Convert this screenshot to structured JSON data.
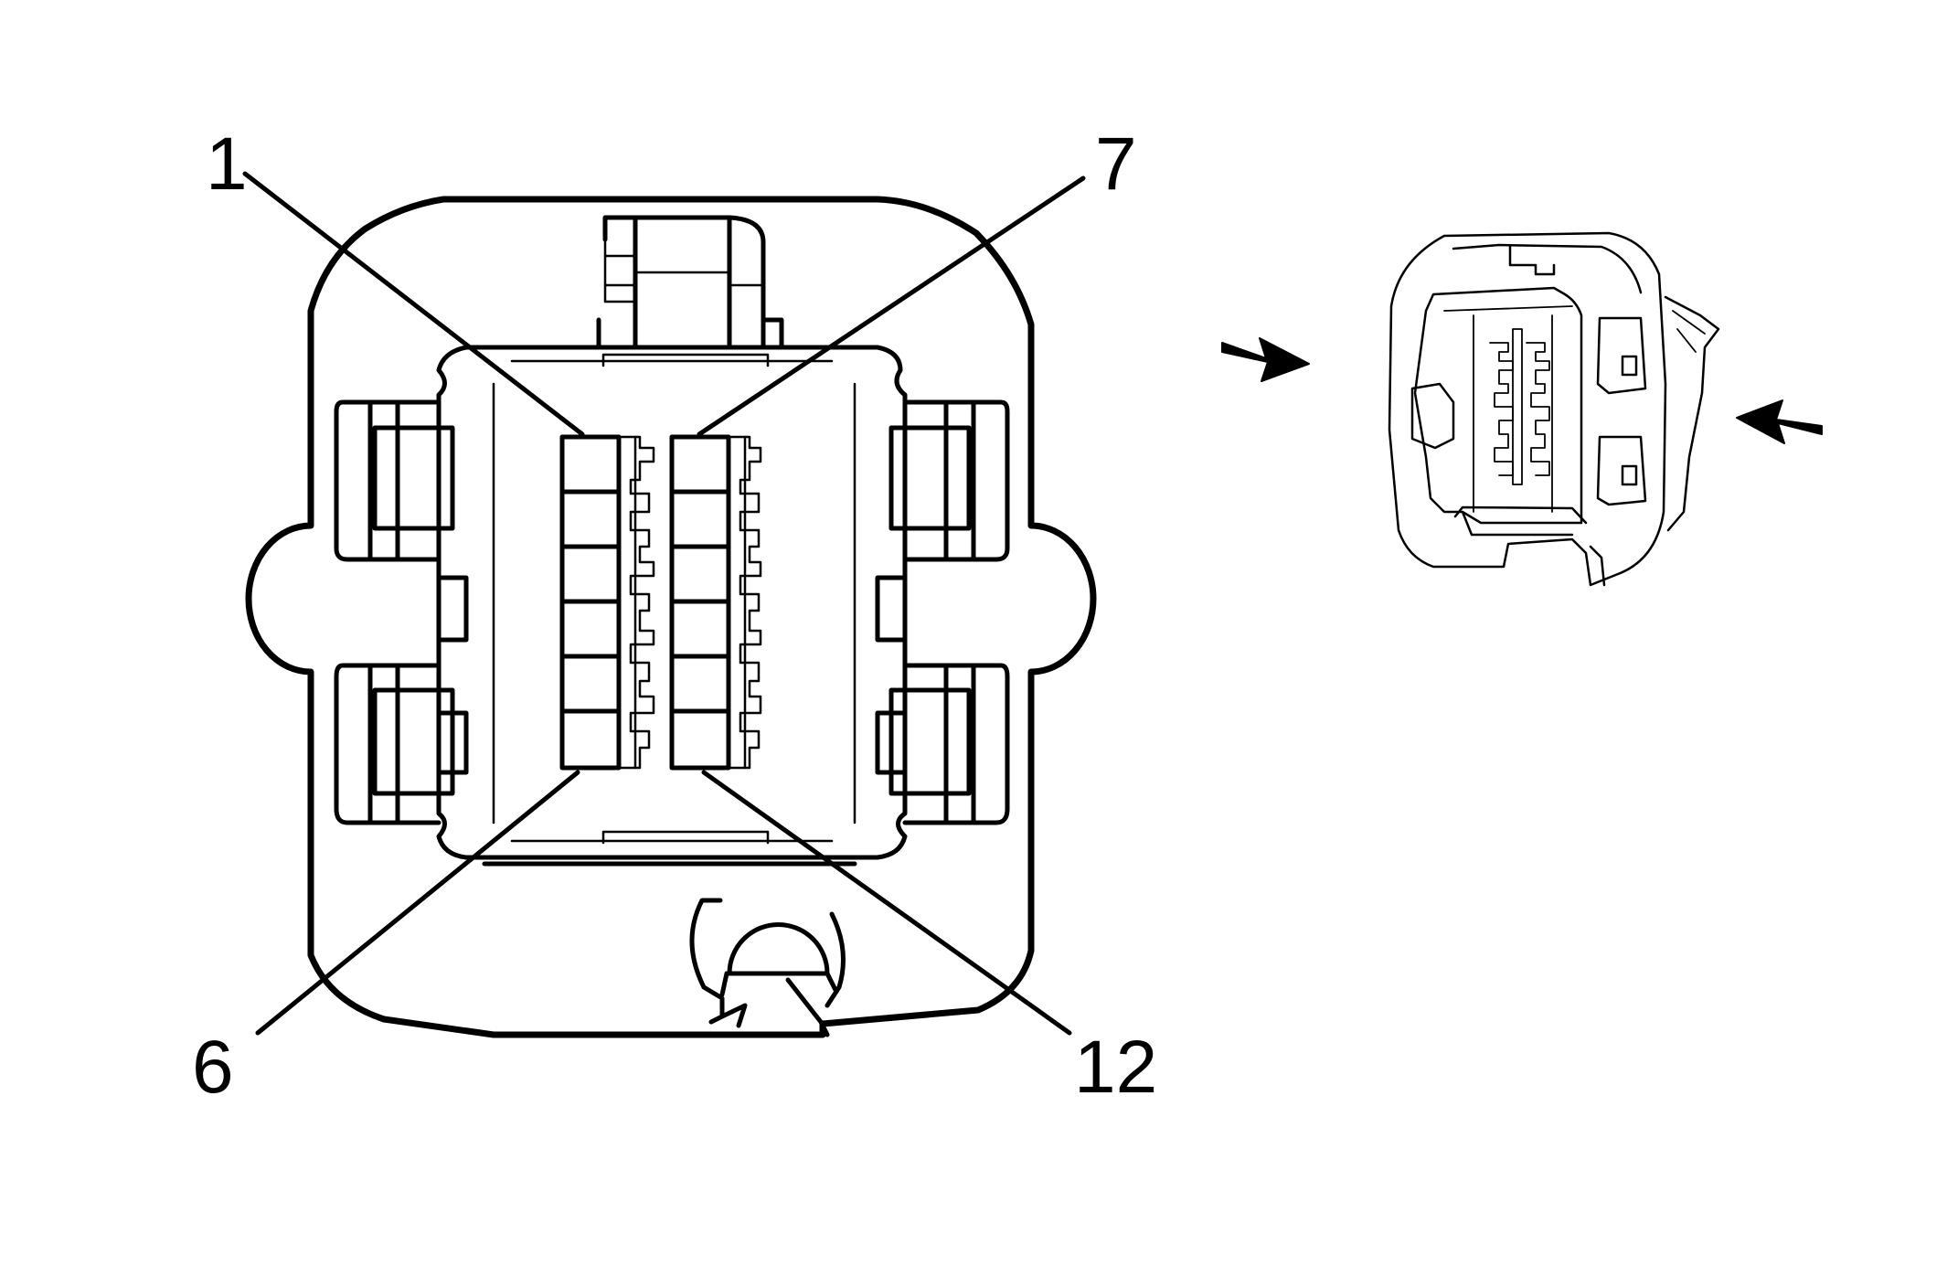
{
  "pin_labels": {
    "top_left": "1",
    "top_right": "7",
    "bottom_left": "6",
    "bottom_right": "12"
  },
  "colors": {
    "line": "#000000",
    "background": "#ffffff"
  },
  "icons": {
    "arrow_left_side": "arrow-down-right-icon",
    "arrow_right_side": "arrow-up-left-icon"
  }
}
